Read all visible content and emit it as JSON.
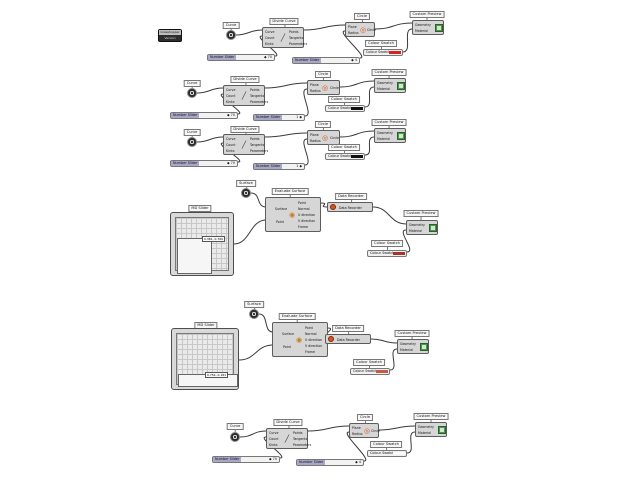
{
  "legend": {
    "top": "Grasshopper",
    "bottom": "Version"
  },
  "labels": {
    "curve": "Curve",
    "divide_curve": "Divide Curve",
    "circle": "Circle",
    "custom_preview": "Custom Preview",
    "colour_swatch": "Colour Swatch",
    "number_slider": "Number Slider",
    "surface": "Surface",
    "evaluate_surface": "Evaluate Surface",
    "data_recorder": "Data Recorder",
    "md_slider": "MD Slider",
    "geometry": "Geometry",
    "material": "Material",
    "plane": "Plane",
    "radius": "Radius",
    "count": "Count",
    "kinks": "Kinks",
    "points": "Points",
    "tangents": "Tangents",
    "parameters": "Parameters",
    "point": "Point",
    "normal": "Normal",
    "u_direction": "U direction",
    "v_direction": "V direction",
    "frame": "Frame"
  },
  "sliders": {
    "count_value": "◆ 70",
    "radius_value": "◆ 4",
    "radius_value_alt": "1 ◆"
  },
  "md_readouts": [
    "0.381, 0.760",
    "0.754, 0.181"
  ],
  "colors": {
    "swatch_red": "#d42323",
    "swatch_black": "#111111",
    "swatch_dark_red": "#a3352b",
    "swatch_salmon": "#c45a48",
    "slider_label_bg": "#a7a7c7"
  },
  "icons": {
    "curve_param": "curve-icon",
    "surface_param": "surface-icon",
    "divide_op": "divide-curve-icon",
    "circle_op": "circle-icon",
    "preview_op": "custom-preview-icon",
    "eval_op": "evaluate-surface-icon",
    "recorder_op": "data-recorder-icon"
  }
}
